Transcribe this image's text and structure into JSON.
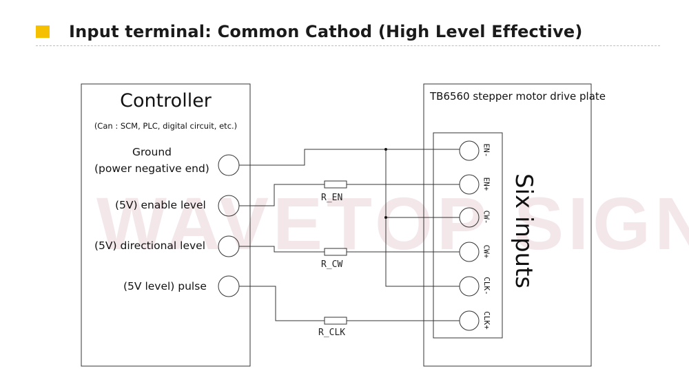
{
  "header": {
    "title": "Input terminal: Common Cathod (High Level Effective)",
    "accent": "#f5c000"
  },
  "watermark": {
    "text": "WAVETOP SIGN"
  },
  "controller": {
    "title": "Controller",
    "subtitle": "(Can : SCM, PLC, digital circuit, etc.)",
    "terminals": [
      {
        "label_line1": "Ground",
        "label_line2": "(power negative end)"
      },
      {
        "label": "(5V) enable level"
      },
      {
        "label": "(5V) directional level"
      },
      {
        "label": "(5V level) pulse"
      }
    ]
  },
  "driver": {
    "title": "TB6560 stepper motor drive plate",
    "inputs_label": "Six inputs",
    "pins": [
      "EN-",
      "EN+",
      "CW-",
      "CW+",
      "CLK-",
      "CLK+"
    ]
  },
  "resistors": [
    "R_EN",
    "R_CW",
    "R_CLK"
  ]
}
